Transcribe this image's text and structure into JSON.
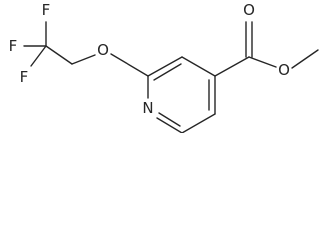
{
  "molecule": {
    "atoms": {
      "fluorine_top": "F",
      "fluorine_left": "F",
      "fluorine_bottom": "F",
      "ether_oxygen": "O",
      "ring_nitrogen": "N",
      "carbonyl_oxygen": "O",
      "ester_oxygen": "O"
    },
    "colors": {
      "ink": "#262626",
      "background": "#ffffff"
    }
  }
}
